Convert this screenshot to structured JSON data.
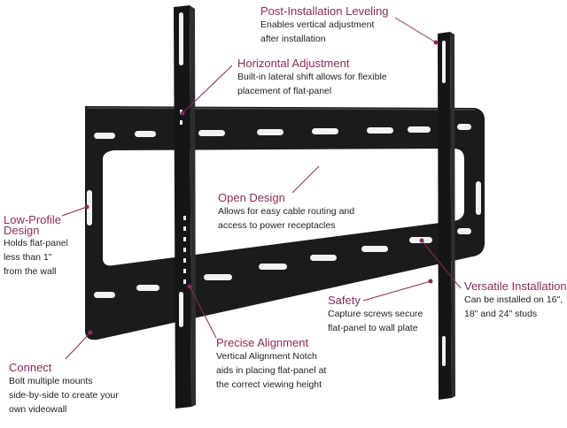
{
  "colors": {
    "title": "#8a2b5a",
    "body": "#1e1e1e",
    "leader": "#8a2b5a",
    "mount": "#1b1b1b"
  },
  "callouts": {
    "post_installation_leveling": {
      "title": "Post-Installation Leveling",
      "desc": "Enables vertical adjustment\nafter installation"
    },
    "horizontal_adjustment": {
      "title": "Horizontal Adjustment",
      "desc": "Built-in lateral shift allows for flexible\nplacement of flat-panel"
    },
    "open_design": {
      "title": "Open Design",
      "desc": "Allows for easy cable routing and\naccess to power receptacles"
    },
    "low_profile_design": {
      "title": "Low-Profile\nDesign",
      "desc": "Holds flat-panel\nless than 1\"\nfrom the wall"
    },
    "versatile_installation": {
      "title": "Versatile Installation",
      "desc": "Can be installed on 16\",\n18\" and 24\" studs"
    },
    "safety": {
      "title": "Safety",
      "desc": "Capture screws secure\nflat-panel to wall plate"
    },
    "precise_alignment": {
      "title": "Precise Alignment",
      "desc": "Vertical Alignment Notch\naids in placing flat-panel at\nthe correct viewing height"
    },
    "connect": {
      "title": "Connect",
      "desc": "Bolt multiple mounts\nside-by-side to create your\nown videowall"
    }
  }
}
